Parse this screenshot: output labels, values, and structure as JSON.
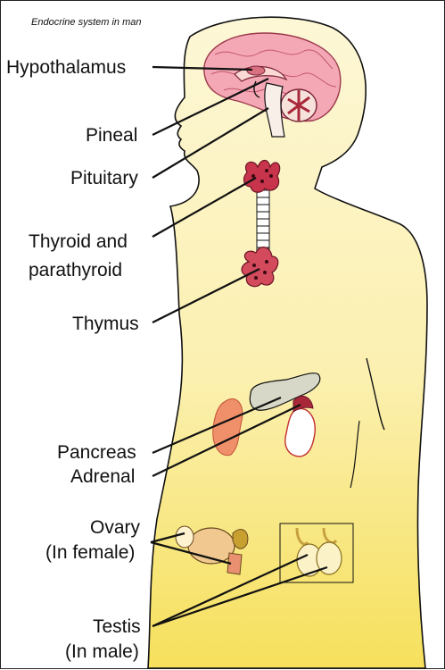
{
  "title": "Endocrine system in  man",
  "labels": {
    "hypothalamus": "Hypothalamus",
    "pineal": "Pineal",
    "pituitary": "Pituitary",
    "thyroid_line1": "Thyroid and",
    "thyroid_line2": "parathyroid",
    "thymus": "Thymus",
    "pancreas": "Pancreas",
    "adrenal": "Adrenal",
    "ovary_line1": "Ovary",
    "ovary_line2": "(In female)",
    "testis_line1": "Testis",
    "testis_line2": "(In male)"
  },
  "colors": {
    "body_fill_top": "#fdf5c8",
    "body_fill_bottom": "#f7e46a",
    "brain": "#f4a8b6",
    "gland_dark": "#a8283a",
    "kidney": "#f0906a",
    "pancreas": "#d8d8c8",
    "outline": "#111111"
  }
}
